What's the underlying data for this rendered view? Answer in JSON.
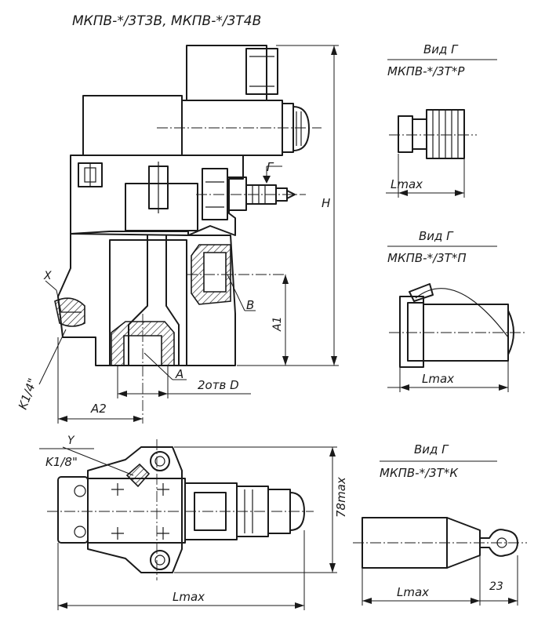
{
  "title": "МКПВ-*/3Т3В, МКПВ-*/3Т4В",
  "views": [
    {
      "heading": "Вид Г",
      "model": "МКПВ-*/3Т*Р",
      "dim_label": "Lmax"
    },
    {
      "heading": "Вид Г",
      "model": "МКПВ-*/3Т*П",
      "dim_label": "Lmax"
    },
    {
      "heading": "Вид Г",
      "model": "МКПВ-*/3Т*К",
      "dim_label": "Lmax",
      "extra_dim": "23"
    }
  ],
  "main_view": {
    "label_H": "H",
    "label_G": "Г",
    "label_X": "X",
    "label_K14": "K1/4\"",
    "label_B": "B",
    "label_A1": "A1",
    "label_A": "A",
    "label_2otvD": "2отв D",
    "label_A2": "A2"
  },
  "plan_view": {
    "label_Y": "Y",
    "label_K18": "K1/8\"",
    "label_78max": "78max",
    "label_Lmax": "Lmax"
  }
}
